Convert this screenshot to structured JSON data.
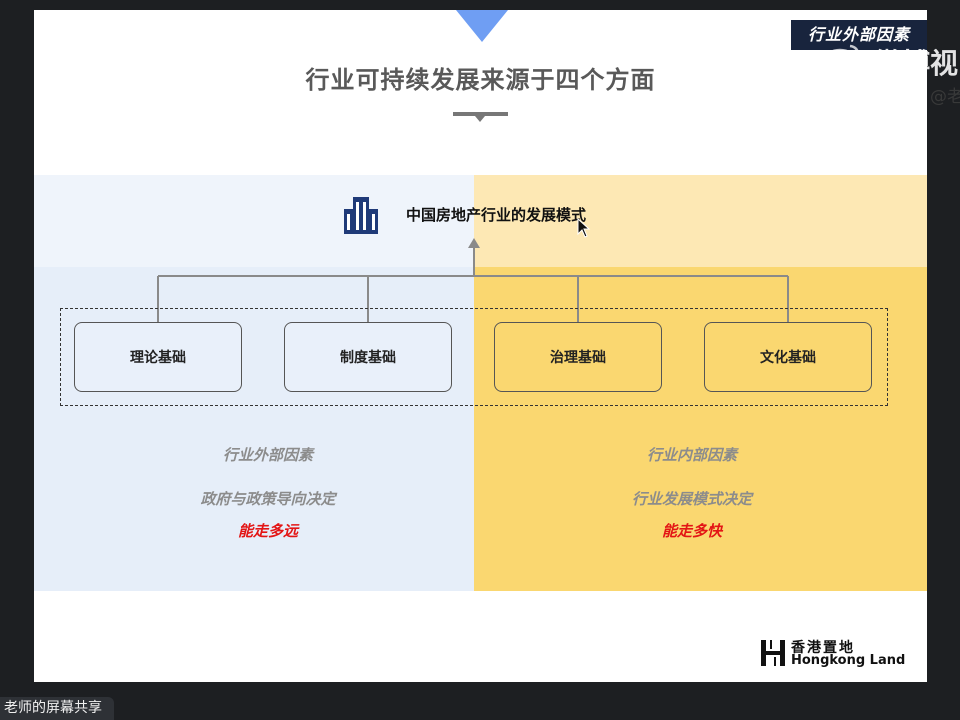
{
  "slide": {
    "section_tag": "行业外部因素",
    "title": "行业可持续发展来源于四个方面",
    "mode_title": "中国房地产行业的发展模式",
    "bases": [
      {
        "label": "理论基础"
      },
      {
        "label": "制度基础"
      },
      {
        "label": "治理基础"
      },
      {
        "label": "文化基础"
      }
    ],
    "left": {
      "factor": "行业外部因素",
      "decider": "政府与政策导向决定",
      "result": "能走多远"
    },
    "right": {
      "factor": "行业内部因素",
      "decider": "行业发展模式决定",
      "result": "能走多快"
    },
    "logo": {
      "cn": "香港置地",
      "en": "Hongkong Land"
    },
    "icons": {
      "building": "building-icon",
      "cursor": "mouse-cursor-icon",
      "logo": "hongkong-land-logo"
    }
  },
  "watermark": {
    "text": "微博视",
    "handle": "@老"
  },
  "share_bar": {
    "label": "老师的屏幕共享"
  },
  "colors": {
    "triangle": "#6f9ef3",
    "section_tag_bg": "#18243d",
    "left_panel": "#e6eef9",
    "right_panel": "#fad770",
    "right_panel_top": "#fde8b4",
    "emphasis_red": "#e31515",
    "factor_grey": "#8c8c8c"
  }
}
